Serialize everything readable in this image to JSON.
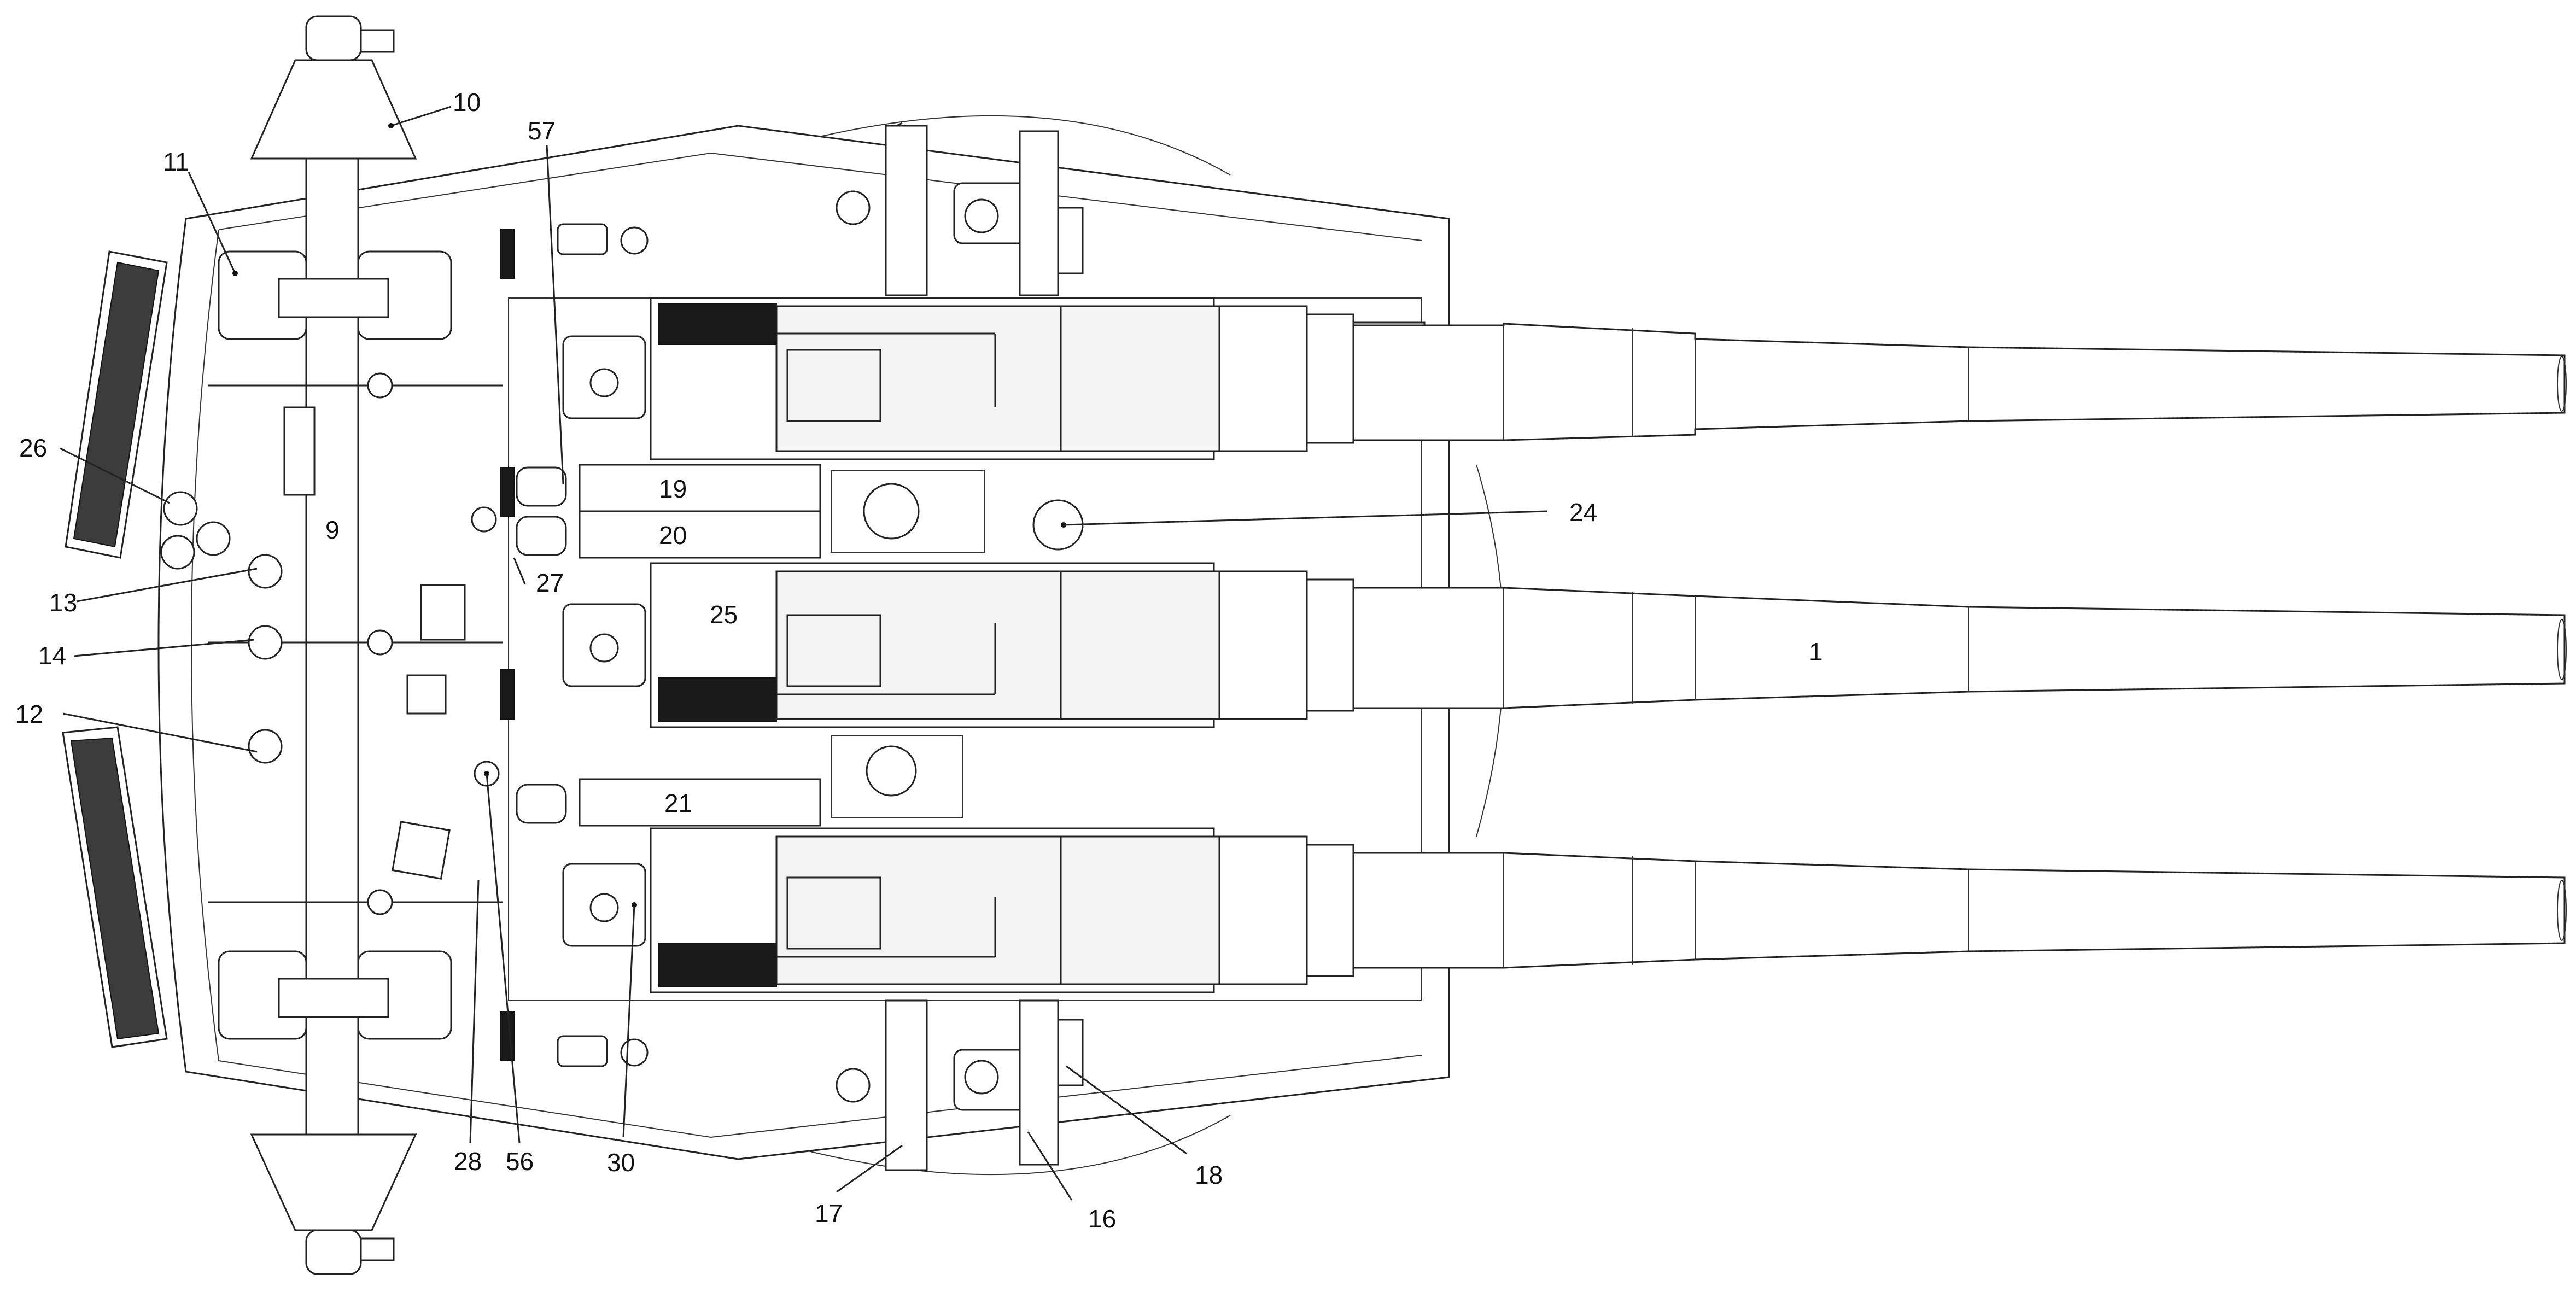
{
  "colors": {
    "line": "#222222",
    "fill": "#ffffff",
    "dark": "#1a1a1a"
  },
  "labels": {
    "l1": "1",
    "l9": "9",
    "l10": "10",
    "l11": "11",
    "l12": "12",
    "l13": "13",
    "l14": "14",
    "l16": "16",
    "l17": "17",
    "l18": "18",
    "l19": "19",
    "l20": "20",
    "l21": "21",
    "l24": "24",
    "l25": "25",
    "l26": "26",
    "l27": "27",
    "l28": "28",
    "l30": "30",
    "l56": "56",
    "l57": "57"
  }
}
